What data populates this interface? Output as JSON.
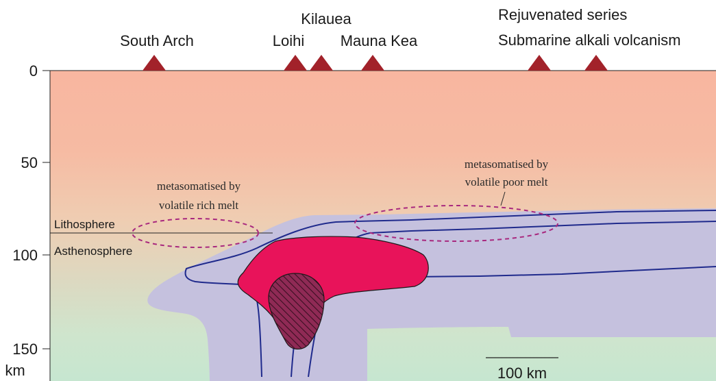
{
  "volcano_labels": {
    "south_arch": "South Arch",
    "loihi": "Loihi",
    "kilauea": "Kilauea",
    "mauna_kea": "Mauna Kea",
    "rejuvenated_line1": "Rejuvenated series",
    "rejuvenated_line2": "Submarine alkali volcanism"
  },
  "depth_axis": {
    "ticks": [
      "0",
      "50",
      "100",
      "150"
    ],
    "unit": "km"
  },
  "layers": {
    "lithosphere": "Lithosphere",
    "asthenosphere": "Asthenosphere"
  },
  "annotations": {
    "rich_line1": "metasomatised by",
    "rich_line2": "volatile rich melt",
    "poor_line1": "metasomatised by",
    "poor_line2": "volatile poor melt"
  },
  "scale_bar": {
    "label": "100 km"
  },
  "colors": {
    "volcano": "#a2222a",
    "plume": "#c5c1de",
    "melt": "#e8135a",
    "outline": "#1f2a8c",
    "metasomatism": "#a8287e"
  }
}
